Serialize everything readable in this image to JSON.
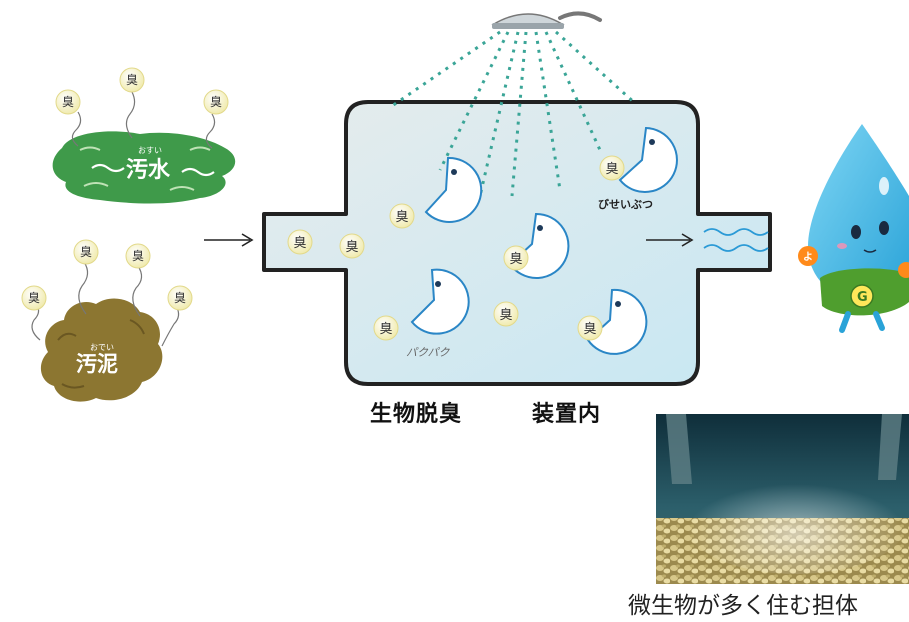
{
  "odor_char": "臭",
  "sources": {
    "sewage_label": "汚水",
    "sewage_ruby": "おすい",
    "sludge_label": "汚泥",
    "sludge_ruby": "おでい"
  },
  "device": {
    "title_left": "生物脱臭",
    "title_right": "装置内",
    "microbe_label": "びせいぶつ",
    "eating_sound": "パクパク"
  },
  "mascot": {
    "badge": "G",
    "hand_letter": "よ"
  },
  "photo": {
    "caption": "微生物が多く住む担体"
  },
  "colors": {
    "sewage": "#3f9a4a",
    "sludge": "#8c7631",
    "tank_fill": "#d7eef5",
    "tank_stroke": "#222222",
    "spray": "#3aa597",
    "odor_bubble": "#f4efb4",
    "mascot_body": "#4dc0ec",
    "mascot_cape": "#4f9e2e"
  }
}
